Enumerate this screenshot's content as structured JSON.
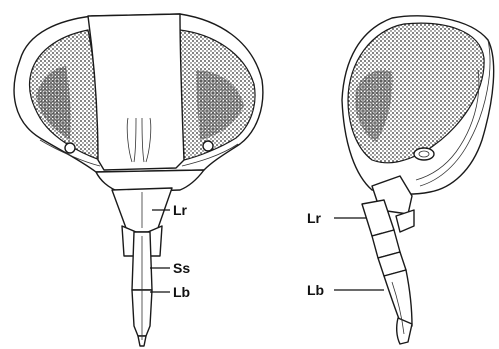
{
  "figure": {
    "views": [
      {
        "name": "frontal-view",
        "labels": [
          "Lr",
          "Ss",
          "Lb"
        ]
      },
      {
        "name": "lateral-view",
        "labels": [
          "Lr",
          "Lb"
        ]
      }
    ]
  },
  "colors": {
    "ink": "#1a1a1a",
    "stipple": "#2b2b2b",
    "background": "#ffffff"
  }
}
